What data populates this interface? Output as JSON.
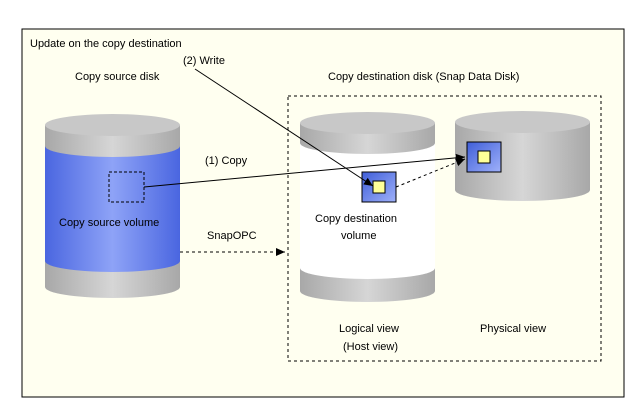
{
  "diagram": {
    "title": "Update on the copy destination",
    "labels": {
      "write_step": "(2) Write",
      "copy_source_disk": "Copy source disk",
      "copy_destination_disk": "Copy destination disk (Snap Data Disk)",
      "copy_step": "(1) Copy",
      "copy_source_volume": "Copy source volume",
      "snapopc": "SnapOPC",
      "copy_destination_volume_line1": "Copy destination",
      "copy_destination_volume_line2": "volume",
      "logical_view": "Logical view",
      "host_view": "(Host view)",
      "physical_view": "Physical view"
    },
    "colors": {
      "panel_background": "#fffff0",
      "disk_gray": "#c0c0c0",
      "volume_blue": "#6b86f2",
      "highlight_yellow": "#ffff99"
    }
  }
}
